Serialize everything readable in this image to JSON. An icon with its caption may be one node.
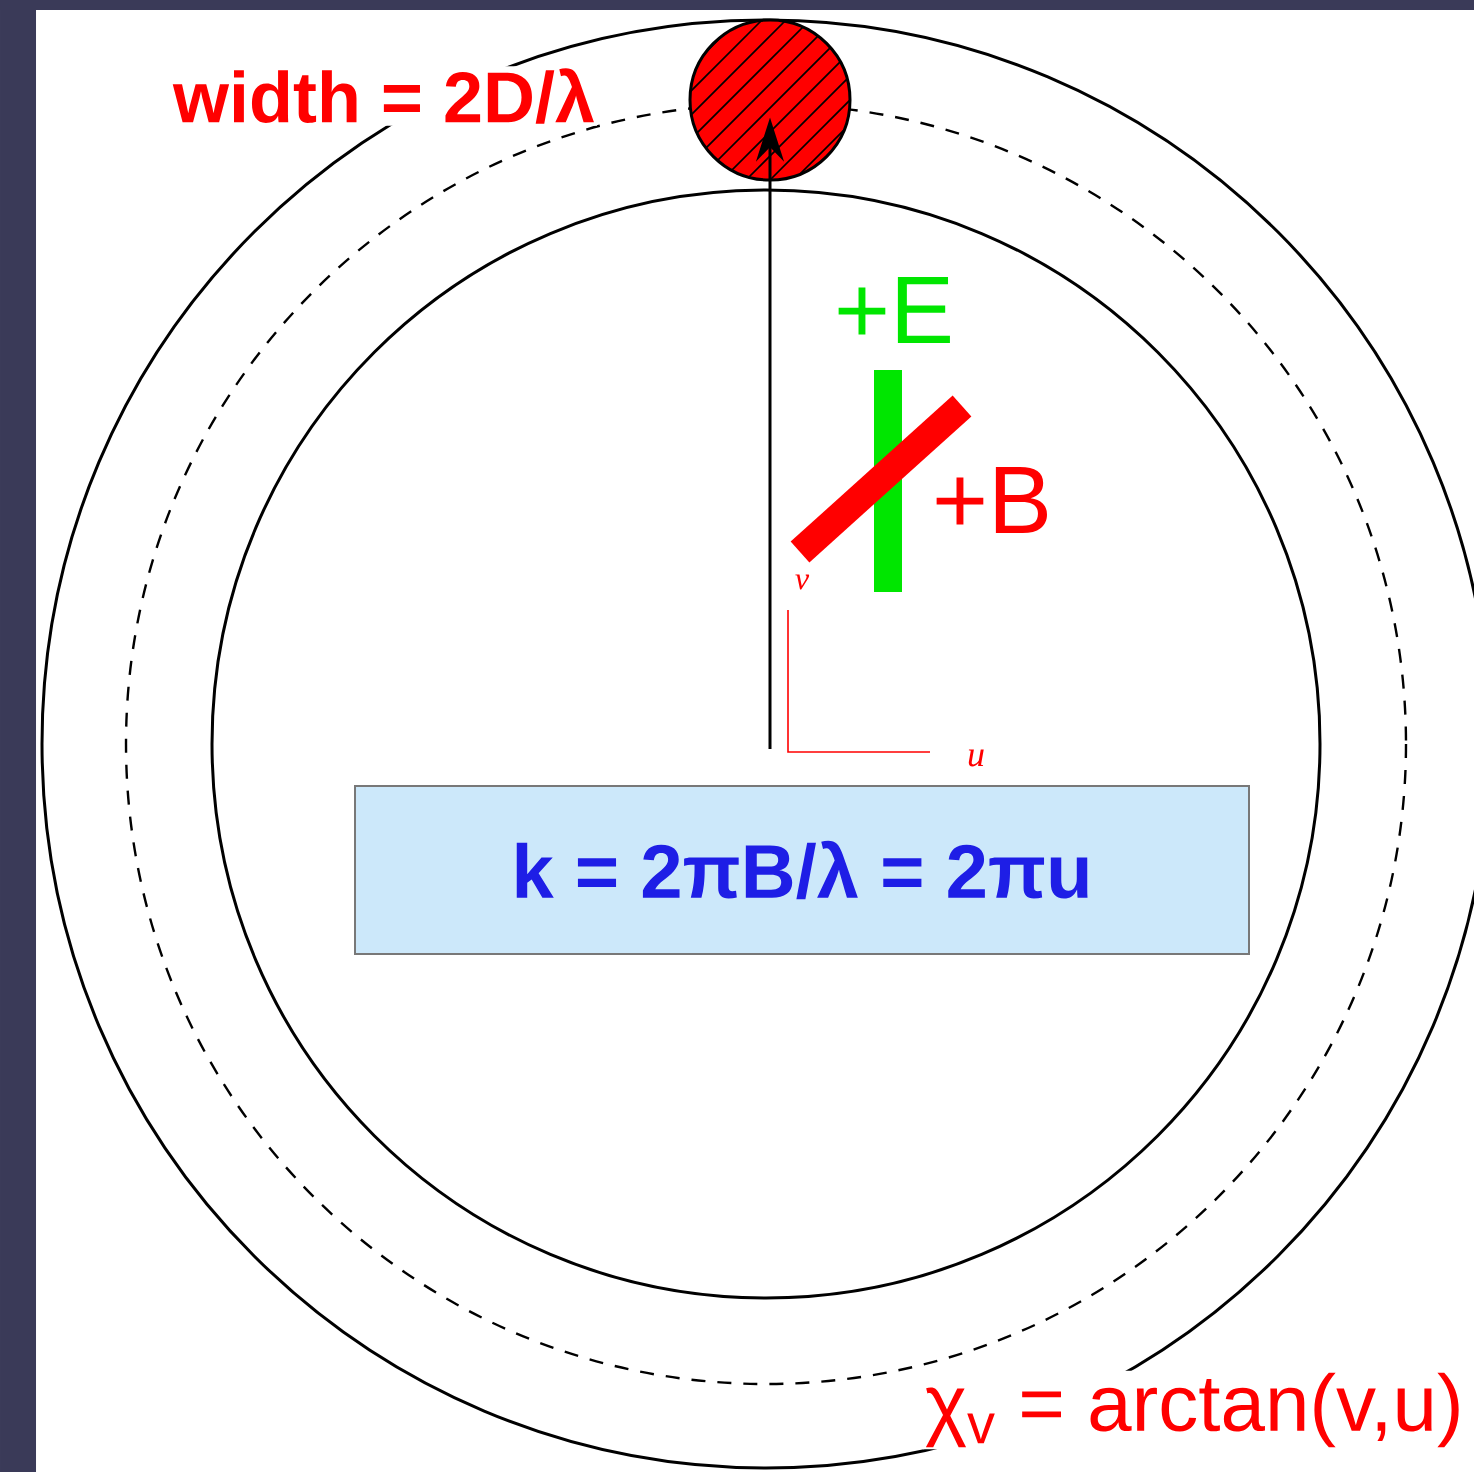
{
  "diagram": {
    "nodes": [
      {
        "text": [],
        "shape": "circle"
      },
      {
        "text": [
          "k = 2πB/λ = 2πu"
        ]
      }
    ],
    "edges": [
      {
        "from": 1,
        "to": 0,
        "arrow": "to"
      }
    ],
    "labels": [
      "width = 2D/λ",
      "+E",
      "+B",
      "v",
      "u",
      "χ$_{v}$ = arctan(v,u)"
    ]
  }
}
